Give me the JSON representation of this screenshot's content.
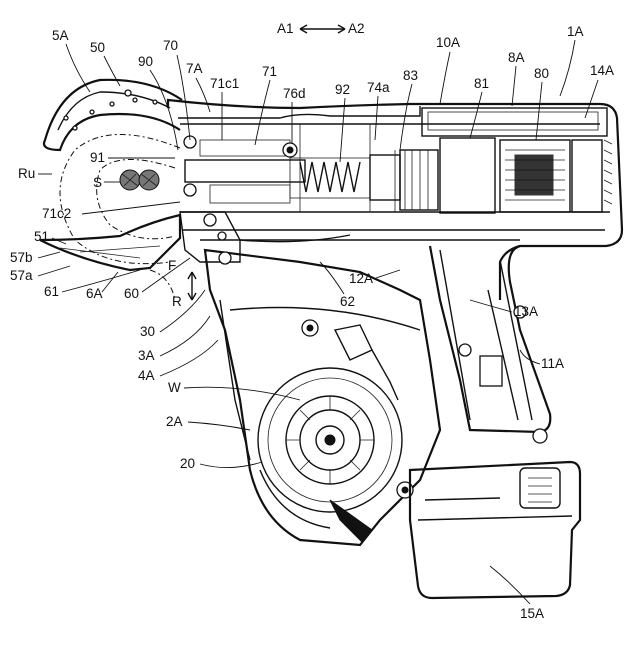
{
  "direction_arrow": {
    "left": "A1",
    "right": "A2"
  },
  "vertical_arrow": {
    "up": "F",
    "down": "R"
  },
  "labels": {
    "5A": "5A",
    "50": "50",
    "90": "90",
    "70": "70",
    "7A": "7A",
    "71c1": "71c1",
    "71": "71",
    "76d": "76d",
    "92": "92",
    "74a": "74a",
    "83": "83",
    "10A": "10A",
    "81": "81",
    "8A": "8A",
    "80": "80",
    "1A": "1A",
    "14A": "14A",
    "Ru": "Ru",
    "91": "91",
    "S": "S",
    "71c2": "71c2",
    "51": "51",
    "57b": "57b",
    "57a": "57a",
    "61": "61",
    "6A": "6A",
    "60": "60",
    "62": "62",
    "12A": "12A",
    "13A": "13A",
    "30": "30",
    "3A": "3A",
    "4A": "4A",
    "11A": "11A",
    "W": "W",
    "2A": "2A",
    "20": "20",
    "15A": "15A"
  }
}
